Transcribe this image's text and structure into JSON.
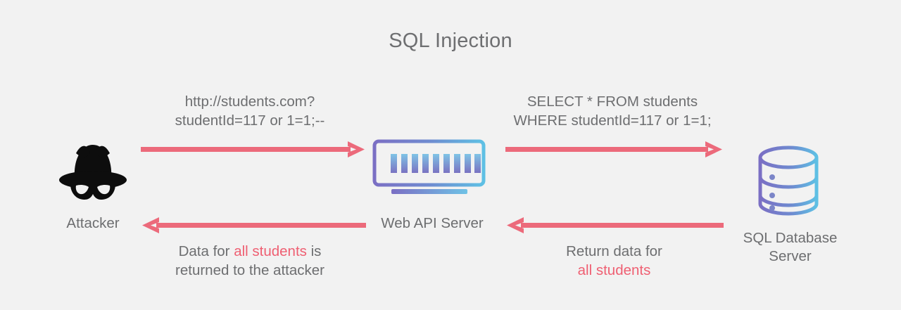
{
  "diagram": {
    "title": "SQL Injection",
    "colors": {
      "background": "#f2f2f2",
      "text": "#6d6e70",
      "accent_red": "#ef5f72",
      "arrow": "#ec6a7b",
      "gradient_start": "#7b6fc4",
      "gradient_end": "#5ec0e4"
    }
  },
  "messages": {
    "request": {
      "line1": "http://students.com?",
      "line2": "studentId=117 or 1=1;--"
    },
    "query": {
      "line1": "SELECT * FROM students",
      "line2": "WHERE studentId=117 or 1=1;"
    },
    "response": {
      "part1": "Data for ",
      "highlight": "all students",
      "part2": " is",
      "line2": "returned to the attacker"
    },
    "return": {
      "line1": "Return data for",
      "highlight": "all students"
    }
  },
  "nodes": {
    "attacker": {
      "label": "Attacker",
      "icon": "hacker-hat-mask-icon"
    },
    "server": {
      "label": "Web API Server",
      "icon": "monitor-icon",
      "bar_count": 9
    },
    "database": {
      "label_line1": "SQL Database",
      "label_line2": "Server",
      "icon": "database-cylinder-icon",
      "tier_count": 3
    }
  },
  "arrows": [
    {
      "name": "arrow-attacker-to-server",
      "direction": "right"
    },
    {
      "name": "arrow-server-to-database",
      "direction": "right"
    },
    {
      "name": "arrow-server-to-attacker",
      "direction": "left"
    },
    {
      "name": "arrow-database-to-server",
      "direction": "left"
    }
  ]
}
